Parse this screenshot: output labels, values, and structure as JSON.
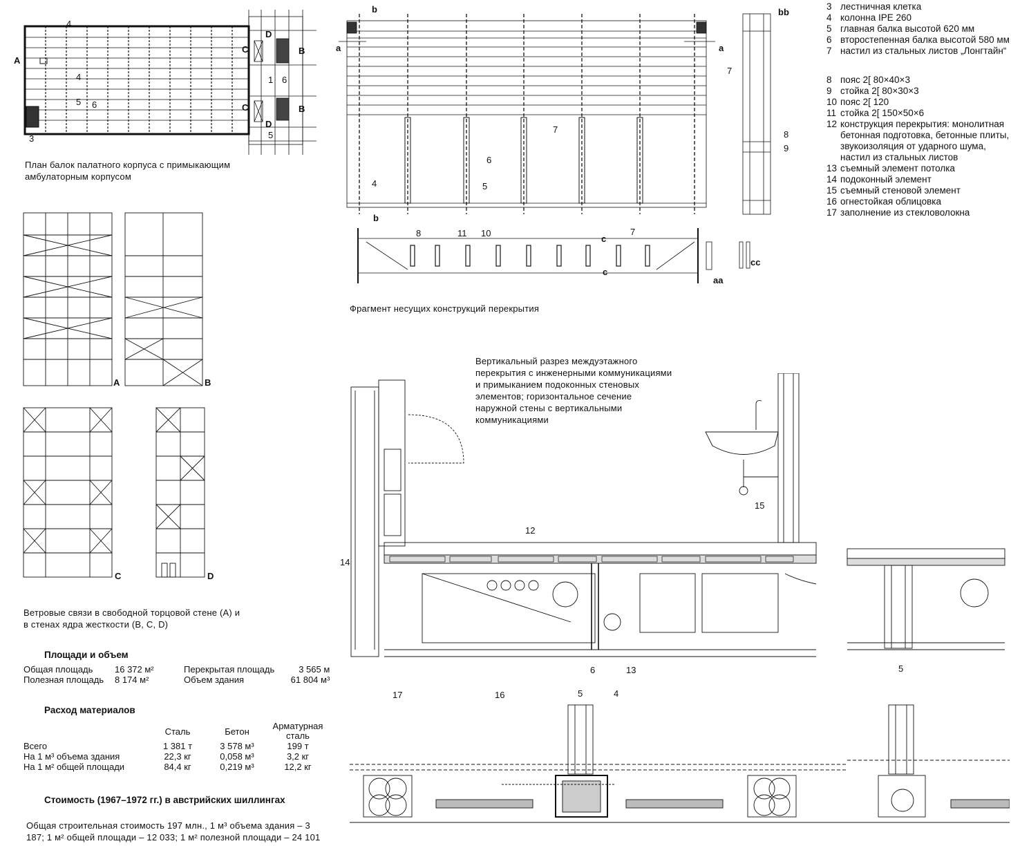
{
  "captions": {
    "plan": "План балок палатного корпуса с примыкающим амбулаторным корпусом",
    "fragment": "Фрагмент несущих конструкций перекрытия",
    "vertical_section": "Вертикальный разрез междуэтажного перекрытия с инженерными коммуникациями и примыканием подоконных стеновых элементов; горизонтальное сечение наружной стены с вертикальными коммуникациями",
    "wind": "Ветровые связи в свободной торцовой стене (A) и в стенах ядра жесткости (B, C, D)"
  },
  "legend": [
    {
      "n": "3",
      "t": "лестничная клетка"
    },
    {
      "n": "4",
      "t": "колонна IPE 260"
    },
    {
      "n": "5",
      "t": "главная балка высотой 620 мм"
    },
    {
      "n": "6",
      "t": "второстепенная балка высотой 580 мм"
    },
    {
      "n": "7",
      "t": "настил из стальных листов „Лонгтайн“"
    },
    {
      "n": "8",
      "t": "пояс 2[ 80×40×3"
    },
    {
      "n": "9",
      "t": "стойка 2[ 80×30×3"
    },
    {
      "n": "10",
      "t": "пояс 2[ 120"
    },
    {
      "n": "11",
      "t": "стойка 2[ 150×50×6"
    },
    {
      "n": "12",
      "t": "конструкция перекрытия: монолитная бетонная подготовка, бетонные плиты, звукоизоляция от ударного шума, настил из стальных листов"
    },
    {
      "n": "13",
      "t": "съемный элемент потолка"
    },
    {
      "n": "14",
      "t": "подоконный элемент"
    },
    {
      "n": "15",
      "t": "съемный стеновой элемент"
    },
    {
      "n": "16",
      "t": "огнестойкая облицовка"
    },
    {
      "n": "17",
      "t": "заполнение из стекловолокна"
    }
  ],
  "labels": {
    "plan_4": "4",
    "plan_3": "3",
    "plan_A": "A",
    "plan_4b": "4",
    "plan_5": "5",
    "plan_6": "6",
    "plan_C1": "C",
    "plan_C2": "C",
    "plan_D1": "D",
    "plan_D2": "D",
    "plan_B1": "B",
    "plan_B2": "B",
    "plan_1": "1",
    "plan_6b": "6",
    "plan_5b": "5",
    "frag_b_top": "b",
    "frag_b_bot": "b",
    "frag_a_left": "a",
    "frag_a_right": "a",
    "frag_bb": "bb",
    "frag_7": "7",
    "frag_7b": "7",
    "frag_6": "6",
    "frag_5": "5",
    "frag_4": "4",
    "frag_8r": "8",
    "frag_9r": "9",
    "frag_8": "8",
    "frag_11": "11",
    "frag_10": "10",
    "frag_7c": "7",
    "frag_c_top": "c",
    "frag_c_bot": "c",
    "frag_aa": "aa",
    "frag_cc": "cc",
    "wind_A": "A",
    "wind_B": "B",
    "wind_C": "C",
    "wind_D": "D",
    "sec_12": "12",
    "sec_14": "14",
    "sec_15": "15",
    "sec_6": "6",
    "sec_13": "13",
    "sec_5": "5",
    "bot_17": "17",
    "bot_16": "16",
    "bot_5": "5",
    "bot_4": "4"
  },
  "areas": {
    "title": "Площади и объем",
    "rows": [
      {
        "l1": "Общая площадь",
        "v1": "16 372 м²",
        "l2": "Перекрытая площадь",
        "v2": "3 565 м"
      },
      {
        "l1": "Полезная площадь",
        "v1": "8 174 м²",
        "l2": "Объем здания",
        "v2": "61 804 м³"
      }
    ]
  },
  "materials": {
    "title": "Расход материалов",
    "headers": [
      "",
      "Сталь",
      "Бетон",
      "Арматурная сталь"
    ],
    "rows": [
      [
        "Всего",
        "1 381 т",
        "3 578 м³",
        "199 т"
      ],
      [
        "На 1 м³ объема здания",
        "22,3 кг",
        "0,058 м³",
        "3,2 кг"
      ],
      [
        "На 1 м² общей площади",
        "84,4 кг",
        "0,219 м³",
        "12,2 кг"
      ]
    ]
  },
  "cost": {
    "title": "Стоимость (1967–1972 гг.) в австрийских шиллингах",
    "text": "Общая строительная стоимость 197 млн., 1 м³ объема здания – 3 187; 1 м² общей площади – 12 033; 1 м² полезной площади – 24 101"
  }
}
